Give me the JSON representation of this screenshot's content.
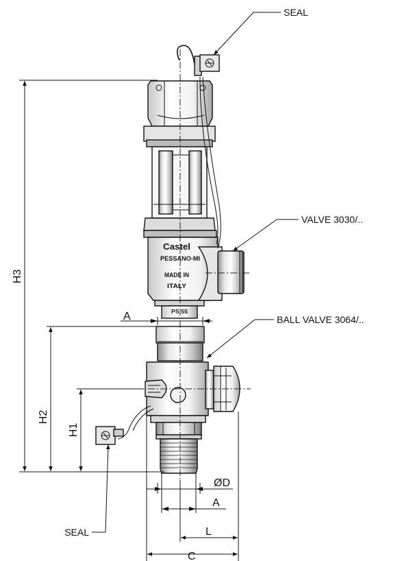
{
  "callouts": {
    "seal_top": "SEAL",
    "valve": "VALVE 3030/..",
    "ball_valve": "BALL VALVE 3064/..",
    "seal_bottom": "SEAL"
  },
  "dimensions": {
    "h3": "H3",
    "h2": "H2",
    "h1": "H1",
    "a_top": "A",
    "a_bottom": "A",
    "d": "ØD",
    "l": "L",
    "c": "C"
  },
  "body_marks": {
    "brand": "Castel",
    "place": "PESSANO-MI",
    "made_in_1": "MADE IN",
    "made_in_2": "ITALY",
    "ps": "PS 55"
  },
  "colors": {
    "line": "#111111",
    "fill_light": "#eeeeee",
    "fill_mid": "#cfcfcf",
    "fill_dark": "#9a9a9a"
  }
}
